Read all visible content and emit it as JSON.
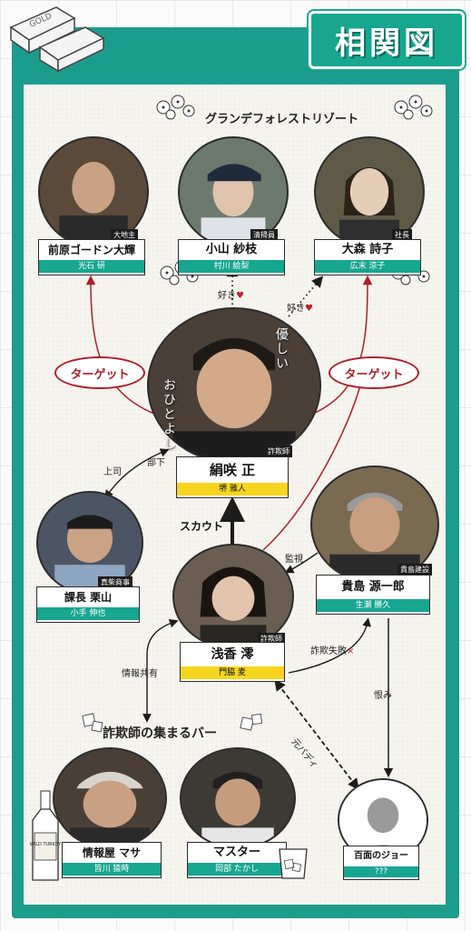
{
  "title": "相関図",
  "groups": {
    "resort": "グランデフォレストリゾート",
    "bar": "詐欺師の集まるバー"
  },
  "characters": {
    "maehara": {
      "name": "前原ゴードン大輝",
      "actor": "光石 研",
      "tag": "大地主"
    },
    "koyama": {
      "name": "小山 紗枝",
      "actor": "村川 絵梨",
      "tag": "清掃員"
    },
    "omori": {
      "name": "大森 詩子",
      "actor": "広末 涼子",
      "tag": "社長"
    },
    "kinusaki": {
      "name": "絹咲 正",
      "actor": "堺 雅人",
      "tag": "詐欺師",
      "overlay_left": "おひとよし",
      "overlay_right": "優しい"
    },
    "kuriyama": {
      "name": "課長 栗山",
      "actor": "小手 伸也",
      "tag": "真柴商事"
    },
    "kijima": {
      "name": "貴島 源一郎",
      "actor": "生瀬 勝久",
      "tag": "貴島建設"
    },
    "asaka": {
      "name": "浅香 澪",
      "actor": "門脇 麦",
      "tag": "詐欺師"
    },
    "masa": {
      "name": "情報屋 マサ",
      "actor": "皆川 猿時"
    },
    "master": {
      "name": "マスター",
      "actor": "岡部 たかし"
    },
    "joe": {
      "name": "百面のジョー",
      "actor": "???"
    }
  },
  "relations": {
    "target_left": "ターゲット",
    "target_right": "ターゲット",
    "suki_left": "好き",
    "suki_right": "好き",
    "heart": "♥",
    "joushi": "上司",
    "buka": "部下",
    "scout": "スカウト",
    "kanshi": "監視",
    "sagi_shippai": "詐欺失敗",
    "cross": "×",
    "jouhou_kyouyu": "情報共有",
    "moto_buddy": "元バディ",
    "urami": "恨み"
  },
  "props": {
    "gold_bar": "GOLD",
    "whisky": "WILD TURKEY"
  },
  "colors": {
    "teal": "#17a690",
    "frame": "#1c9c8c",
    "yellow": "#f7d51e",
    "red": "#b01d28"
  }
}
